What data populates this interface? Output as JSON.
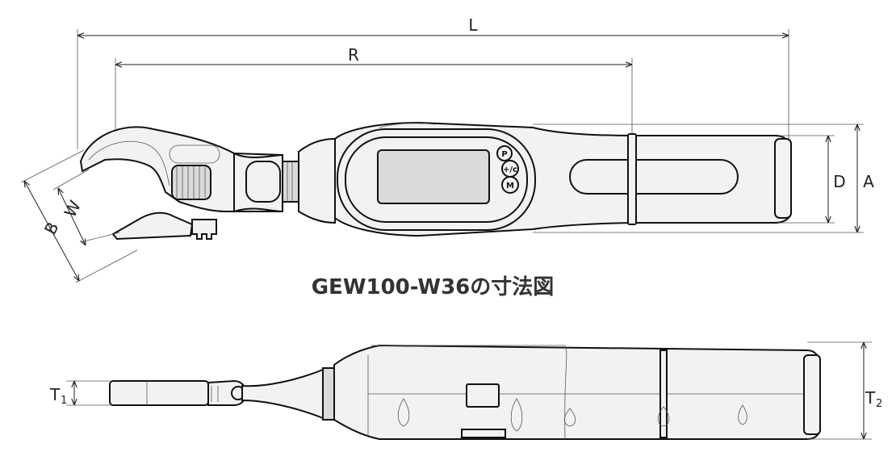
{
  "caption": "GEW100-W36の寸法図",
  "dimensions": {
    "L": "L",
    "R": "R",
    "D": "D",
    "A": "A",
    "W": "W",
    "B": "B",
    "T1": {
      "main": "T",
      "sub": "1"
    },
    "T2": {
      "main": "T",
      "sub": "2"
    }
  },
  "buttons": {
    "p": "P",
    "plus_minus": "+/c",
    "m": "M"
  }
}
